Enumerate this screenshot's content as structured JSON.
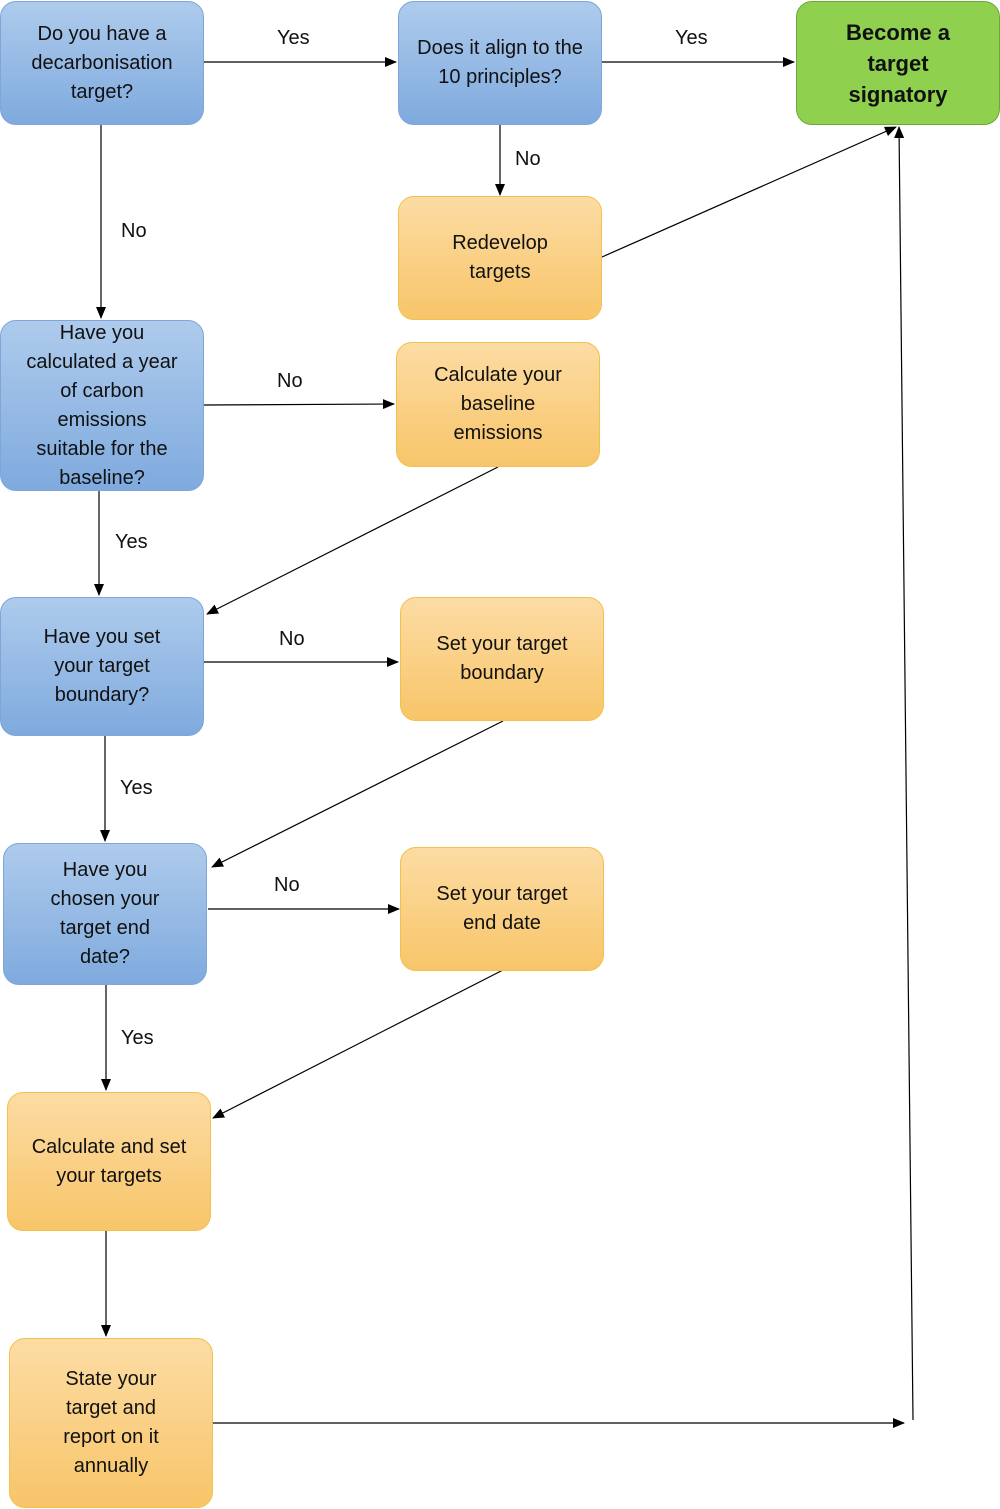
{
  "nodes": {
    "q_target": "Do you have a decarbonisation target?",
    "q_align": "Does it align to the 10 principles?",
    "signatory": "Become a target signatory",
    "redevelop": "Redevelop targets",
    "q_baseline": "Have you calculated a year of carbon emissions suitable for the baseline?",
    "calc_baseline": "Calculate your baseline emissions",
    "q_boundary": "Have you set your target boundary?",
    "set_boundary": "Set your target boundary",
    "q_enddate": "Have you chosen your target end date?",
    "set_enddate": "Set your target end date",
    "calc_targets": "Calculate and set your targets",
    "state_report": "State your target and report on it annually"
  },
  "labels": {
    "yes_1": "Yes",
    "yes_2": "Yes",
    "no_1": "No",
    "no_2": "No",
    "no_3": "No",
    "yes_3": "Yes",
    "no_4": "No",
    "yes_4": "Yes",
    "no_5": "No",
    "yes_5": "Yes"
  },
  "colors": {
    "question": "#9dbfe8",
    "action": "#fbd289",
    "goal": "#8fd14f"
  }
}
